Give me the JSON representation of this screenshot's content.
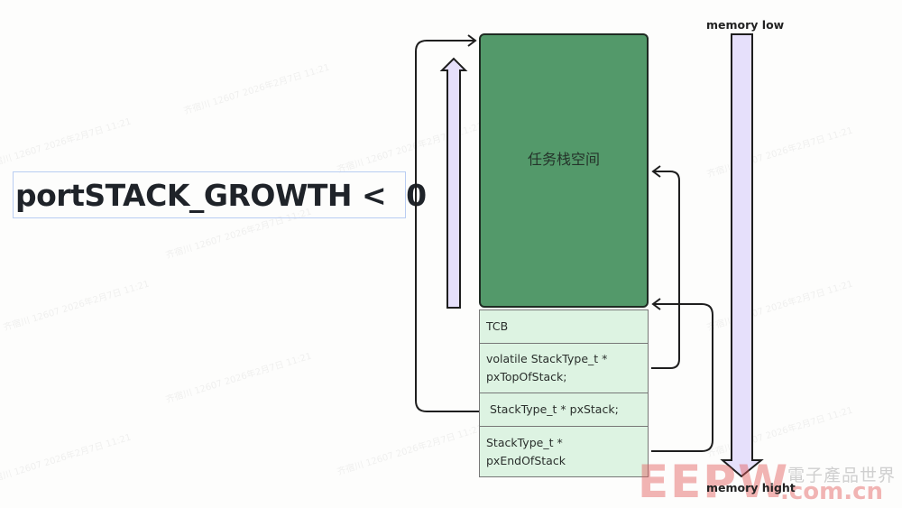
{
  "title": "portSTACK_GROWTH <  0",
  "task_stack": {
    "label": "任务栈空间",
    "fill_color": "#53996a"
  },
  "tcb_table": {
    "fill_color": "#ddf3e2",
    "rows": [
      {
        "line1": "TCB",
        "line2": ""
      },
      {
        "line1": "volatile StackType_t *",
        "line2": "pxTopOfStack;"
      },
      {
        "line1": " StackType_t * pxStack;",
        "line2": ""
      },
      {
        "line1": "StackType_t *",
        "line2": "pxEndOfStack"
      }
    ]
  },
  "memory_axis": {
    "top_label": "memory low",
    "bottom_label": "memory hight",
    "arrow_color": "#e6e0fb"
  },
  "growth_arrow": {
    "direction": "up",
    "color": "#e6e0fb"
  },
  "connectors": [
    {
      "from": "pxStack",
      "to": "task-stack-top",
      "side": "left"
    },
    {
      "from": "pxTopOfStack",
      "to": "task-stack-middle",
      "side": "right"
    },
    {
      "from": "pxEndOfStack",
      "to": "task-stack-bottom",
      "side": "right"
    }
  ],
  "watermark": {
    "text": "齐宿川 12607 2026年2月7日 11:21"
  },
  "logo": {
    "brand": "EEPW",
    "cn_text": "電子產品世界",
    "domain": ".com.cn"
  }
}
